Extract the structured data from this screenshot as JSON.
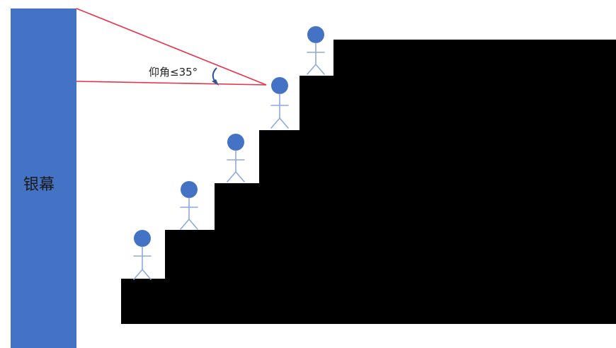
{
  "screen": {
    "label": "银幕",
    "color": "#4472c4"
  },
  "angle": {
    "label": "仰角≤35°",
    "line_color": "#e8324a",
    "arrow_color": "#2e5597"
  },
  "stairs": {
    "color": "#000000"
  },
  "people": {
    "count": 5,
    "head_color": "#4472c4",
    "body_color": "#8faadc"
  }
}
